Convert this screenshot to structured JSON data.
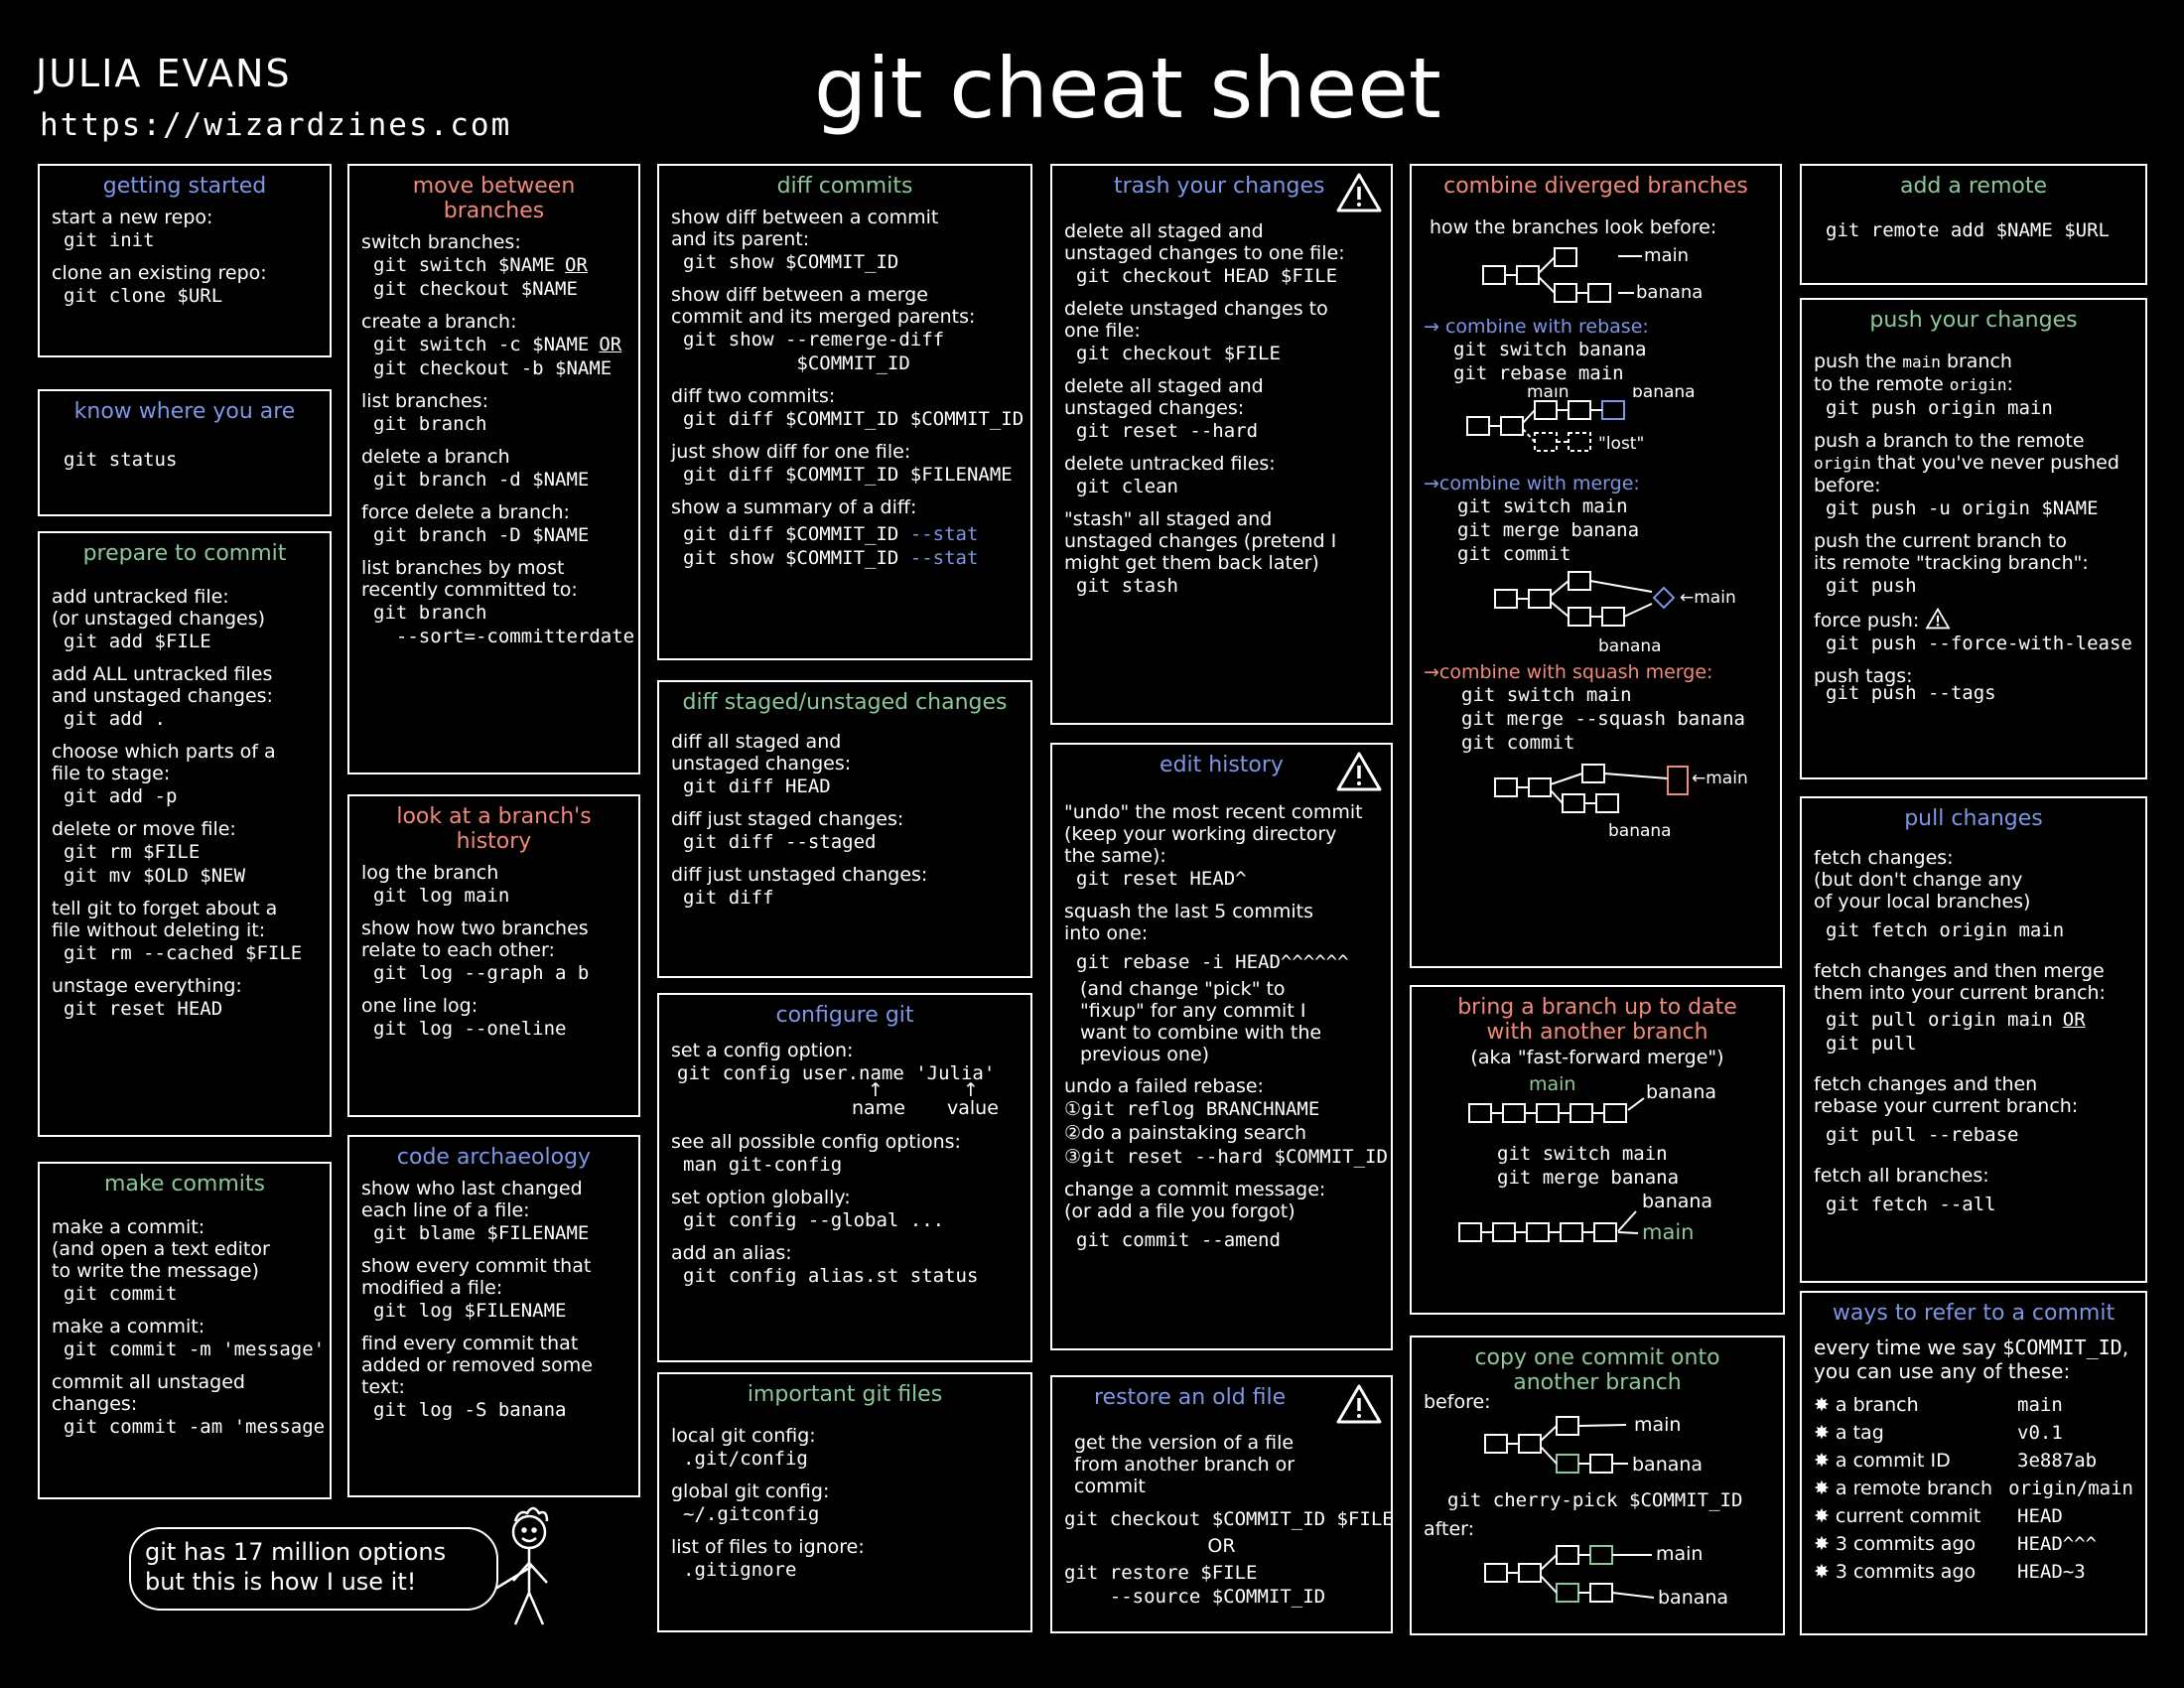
{
  "header": {
    "author": "JULIA EVANS",
    "url": "https://wizardzines.com",
    "title": "git cheat sheet"
  },
  "speech": "git has 17 million options\nbut this is how I use it!",
  "boxes": {
    "getting_started": {
      "title": "getting started",
      "items": [
        {
          "d": "start a new repo:",
          "c": [
            "git init"
          ]
        },
        {
          "d": "clone an existing repo:",
          "c": [
            "git clone $URL"
          ]
        }
      ]
    },
    "know_where": {
      "title": "know where you are",
      "cmd": "git status"
    },
    "prepare": {
      "title": "prepare to commit",
      "items": [
        {
          "d": "add untracked file:\n   (or unstaged changes)",
          "c": [
            "git add $FILE"
          ]
        },
        {
          "d": "add ALL untracked files\nand unstaged changes:",
          "c": [
            "git add ."
          ]
        },
        {
          "d": "choose which parts of a\nfile to stage:",
          "c": [
            "git add -p"
          ]
        },
        {
          "d": "delete or move file:",
          "c": [
            "git rm $FILE",
            "git mv $OLD $NEW"
          ]
        },
        {
          "d": "tell git to forget about a\nfile without deleting it:",
          "c": [
            "git rm --cached $FILE"
          ]
        },
        {
          "d": "unstage everything:",
          "c": [
            "git reset HEAD"
          ]
        }
      ]
    },
    "make_commits": {
      "title": "make commits",
      "items": [
        {
          "d": "make a commit:\n   (and open a text editor\n    to write the message)",
          "c": [
            "git commit"
          ]
        },
        {
          "d": "make a commit:",
          "c": [
            "git commit -m 'message'"
          ]
        },
        {
          "d": "commit all unstaged\nchanges:",
          "c": [
            "git commit -am 'message'"
          ]
        }
      ]
    },
    "move_branches": {
      "title": "move between\nbranches",
      "or": "OR",
      "items": [
        {
          "d": "switch branches:",
          "c": [
            "git switch $NAME",
            "git checkout $NAME"
          ]
        },
        {
          "d": "create a branch:",
          "c": [
            "git switch -c $NAME",
            "git checkout -b $NAME"
          ]
        },
        {
          "d": "list branches:",
          "c": [
            "git branch"
          ]
        },
        {
          "d": "delete a branch",
          "c": [
            "git branch -d $NAME"
          ]
        },
        {
          "d": "force delete a branch:",
          "c": [
            "git branch -D $NAME"
          ]
        },
        {
          "d": "list branches by most\nrecently committed to:",
          "c": [
            "git branch",
            "  --sort=-committerdate"
          ]
        }
      ]
    },
    "branch_history": {
      "title": "look at a branch's\nhistory",
      "items": [
        {
          "d": "log the branch",
          "c": [
            "git log main"
          ]
        },
        {
          "d": "show how two branches\nrelate to each other:",
          "c": [
            "git log --graph a b"
          ]
        },
        {
          "d": "one line log:",
          "c": [
            "git log --oneline"
          ]
        }
      ]
    },
    "archaeology": {
      "title": "code archaeology",
      "items": [
        {
          "d": "show who last changed\neach line of a file:",
          "c": [
            "git blame $FILENAME"
          ]
        },
        {
          "d": "show every commit that\nmodified a file:",
          "c": [
            "git log $FILENAME"
          ]
        },
        {
          "d": "find every commit that\nadded or removed some\ntext:",
          "c": [
            "git log -S banana"
          ]
        }
      ]
    },
    "diff_commits": {
      "title": "diff commits",
      "items": [
        {
          "d": "show diff between a commit\nand its parent:",
          "c": [
            "git show $COMMIT_ID"
          ]
        },
        {
          "d": "show diff between a merge\ncommit and its merged parents:",
          "c": [
            "git show --remerge-diff",
            "          $COMMIT_ID"
          ]
        },
        {
          "d": "diff two commits:",
          "c": [
            "git diff $COMMIT_ID $COMMIT_ID"
          ]
        },
        {
          "d": "just show diff for one file:",
          "c": [
            "git diff $COMMIT_ID $FILENAME"
          ]
        }
      ],
      "summary_desc": "show a summary of a diff:",
      "summary_cmd1": "git diff $COMMIT_ID ",
      "summary_cmd2": "git show $COMMIT_ID ",
      "stat": "--stat"
    },
    "diff_staged": {
      "title": "diff staged/unstaged changes",
      "items": [
        {
          "d": "diff all staged and\nunstaged changes:",
          "c": [
            "git diff HEAD"
          ]
        },
        {
          "d": "diff just staged changes:",
          "c": [
            "git diff --staged"
          ]
        },
        {
          "d": "diff just unstaged changes:",
          "c": [
            "git diff"
          ]
        }
      ]
    },
    "configure": {
      "title": "configure git",
      "set_desc": "set a config option:",
      "set_cmd": "git config user.name 'Julia'",
      "name_label": "name",
      "value_label": "value",
      "items": [
        {
          "d": "see all possible config options:",
          "c": [
            "man git-config"
          ]
        },
        {
          "d": "set option globally:",
          "c": [
            "git config --global ..."
          ]
        },
        {
          "d": "add an alias:",
          "c": [
            "git config alias.st status"
          ]
        }
      ]
    },
    "important_files": {
      "title": "important git files",
      "items": [
        {
          "d": "local git config:",
          "c": [
            ".git/config"
          ]
        },
        {
          "d": "global git config:",
          "c": [
            "~/.gitconfig"
          ]
        },
        {
          "d": "list of files to ignore:",
          "c": [
            ".gitignore"
          ]
        }
      ]
    },
    "trash": {
      "title": "trash your changes",
      "items": [
        {
          "d": "delete all staged and\nunstaged changes to one file:",
          "c": [
            "git checkout HEAD $FILE"
          ]
        },
        {
          "d": "delete unstaged changes to\none file:",
          "c": [
            "git checkout $FILE"
          ]
        },
        {
          "d": "delete all staged and\nunstaged changes:",
          "c": [
            "git reset --hard"
          ]
        },
        {
          "d": "delete untracked files:",
          "c": [
            "git clean"
          ]
        },
        {
          "d": "\"stash\" all staged and\nunstaged changes (pretend I\nmight get them back later)",
          "c": [
            "git stash"
          ]
        }
      ]
    },
    "edit_history": {
      "title": "edit history",
      "undo_desc": "\"undo\" the most recent commit\n(keep your working directory\nthe same):",
      "undo_cmd": "git reset HEAD^",
      "squash_desc": "squash the last 5 commits\ninto one:",
      "squash_cmd": "git rebase -i HEAD^^^^^^",
      "squash_note": "(and change \"pick\" to\n\"fixup\" for any commit I\nwant to combine with the\nprevious one)",
      "failed_desc": "undo a failed rebase:",
      "steps": [
        "①",
        "②",
        "③"
      ],
      "step1": "git reflog BRANCHNAME",
      "step2": "do a painstaking search",
      "step3": "git reset --hard $COMMIT_ID",
      "amend_desc": "change a commit message:\n   (or add a file you forgot)",
      "amend_cmd": "git commit --amend"
    },
    "restore": {
      "title": "restore an old file",
      "desc": "get the version of a file\nfrom another branch or\ncommit",
      "cmd1": "git checkout $COMMIT_ID $FILE",
      "or": "OR",
      "cmd2": "git restore $FILE",
      "cmd3": "    --source $COMMIT_ID"
    },
    "combine": {
      "title": "combine diverged branches",
      "before": "how the branches look before:",
      "main": "main",
      "banana": "banana",
      "lost": "\"lost\"",
      "rebase_label": "combine with rebase:",
      "rebase_cmds": [
        "git switch banana",
        "git rebase main"
      ],
      "merge_label": "combine with merge:",
      "merge_cmds": [
        "git switch main",
        "git merge banana",
        "git commit"
      ],
      "squash_label": "combine with squash merge:",
      "squash_cmds": [
        "git switch main",
        "git merge --squash banana",
        "git commit"
      ],
      "arrow": "→",
      "left_arrow": "←",
      "up_arrow": "↑"
    },
    "fast_forward": {
      "title": "bring a branch up to date\nwith another branch",
      "subtitle": "(aka \"fast-forward merge\")",
      "main": "main",
      "banana": "banana",
      "cmds": [
        "git switch main",
        "git merge banana"
      ]
    },
    "cherry": {
      "title": "copy one commit onto\nanother branch",
      "before": "before:",
      "after": "after:",
      "main": "main",
      "banana": "banana",
      "cmd": "git cherry-pick $COMMIT_ID"
    },
    "add_remote": {
      "title": "add a remote",
      "cmd": "git remote add $NAME $URL"
    },
    "push": {
      "title": "push your changes",
      "d1a": "push the ",
      "d1b": "main",
      "d1c": " branch\nto the remote ",
      "d1d": "origin",
      "d1e": ":",
      "c1": "git push origin main",
      "d2a": "push a branch to the remote\n",
      "d2b": "origin",
      "d2c": " that you've never pushed\nbefore:",
      "c2": "git push -u origin $NAME",
      "d3": "push the current branch to\nits remote \"tracking branch\":",
      "c3": "git push",
      "d4": "force push:",
      "c4": "git push --force-with-lease",
      "d5": "push tags:",
      "c5": "git push --tags"
    },
    "pull": {
      "title": "pull changes",
      "or": "OR",
      "items": [
        {
          "d": "fetch changes:\n   (but don't change any\n   of your local branches)",
          "c": [
            "git fetch origin main"
          ]
        },
        {
          "d": "fetch changes and then merge\nthem into your current branch:",
          "c": [
            "git pull origin main",
            "git pull"
          ]
        },
        {
          "d": "fetch changes and then\nrebase your current branch:",
          "c": [
            "git pull --rebase"
          ]
        },
        {
          "d": "fetch all branches:",
          "c": [
            "git fetch --all"
          ]
        }
      ]
    },
    "refer": {
      "title": "ways to refer to a commit",
      "intro_a": "every time we say ",
      "intro_b": "$COMMIT_ID",
      "intro_c": ",\nyou can use any of these:",
      "bullet": "✸",
      "rows": [
        {
          "k": "a branch",
          "v": "main"
        },
        {
          "k": "a tag",
          "v": "v0.1"
        },
        {
          "k": "a commit ID",
          "v": "3e887ab"
        },
        {
          "k": "a remote branch",
          "v": "origin/main"
        },
        {
          "k": "current commit",
          "v": "HEAD"
        },
        {
          "k": "3 commits ago",
          "v": "HEAD^^^"
        },
        {
          "k": "3 commits ago",
          "v": "HEAD~3"
        }
      ]
    }
  },
  "colors": {
    "blue": "#7d96e6",
    "red": "#f08a7a",
    "green": "#8cc79a",
    "bg": "#000000",
    "fg": "#ffffff"
  },
  "icons": [
    "warning-icon",
    "heart-icon",
    "star-icon",
    "hash-icon",
    "swirl-icon",
    "scribble-icon",
    "diamond-icon",
    "stick-figure-icon"
  ]
}
